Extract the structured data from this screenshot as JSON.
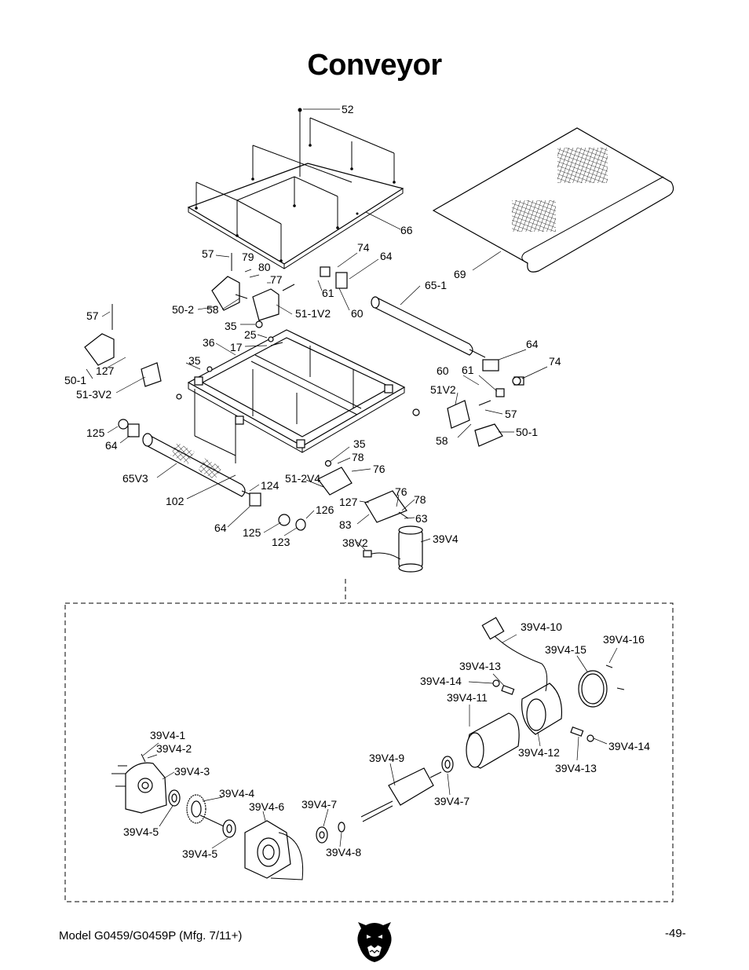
{
  "page": {
    "title": "Conveyor",
    "footer_model": "Model G0459/G0459P (Mfg. 7/11+)",
    "page_number": "-49-",
    "logo_icon": "bear-head-logo"
  },
  "labels": {
    "l52": "52",
    "l66": "66",
    "l69": "69",
    "l74a": "74",
    "l64a": "64",
    "l57a": "57",
    "l79": "79",
    "l80": "80",
    "l77": "77",
    "l61a": "61",
    "l60a": "60",
    "l65_1": "65-1",
    "l50_2": "50-2",
    "l58a": "58",
    "l51_1V2": "51-1V2",
    "l57b": "57",
    "l35a": "35",
    "l25": "25",
    "l36": "36",
    "l17": "17",
    "l35b": "35",
    "l64b": "64",
    "l74b": "74",
    "l60b": "60",
    "l61b": "61",
    "l51V2": "51V2",
    "l57c": "57",
    "l58b": "58",
    "l50_1b": "50-1",
    "l127a": "127",
    "l50_1a": "50-1",
    "l51_3V2": "51-3V2",
    "l125a": "125",
    "l64c": "64",
    "l35c": "35",
    "l78a": "78",
    "l76a": "76",
    "l65V3": "65V3",
    "l124": "124",
    "l51_2V4": "51-2V4",
    "l102": "102",
    "l127b": "127",
    "l76b": "76",
    "l78b": "78",
    "l126": "126",
    "l63": "63",
    "l83": "83",
    "l64d": "64",
    "l125b": "125",
    "l123": "123",
    "l38V2": "38V2",
    "l39V4": "39V4"
  },
  "detail_labels": {
    "d10": "39V4-10",
    "d16": "39V4-16",
    "d15": "39V4-15",
    "d13a": "39V4-13",
    "d14a": "39V4-14",
    "d11": "39V4-11",
    "d14b": "39V4-14",
    "d12": "39V4-12",
    "d13b": "39V4-13",
    "d9": "39V4-9",
    "d1": "39V4-1",
    "d2": "39V4-2",
    "d3": "39V4-3",
    "d4": "39V4-4",
    "d6": "39V4-6",
    "d7a": "39V4-7",
    "d7b": "39V4-7",
    "d5a": "39V4-5",
    "d5b": "39V4-5",
    "d8": "39V4-8"
  }
}
